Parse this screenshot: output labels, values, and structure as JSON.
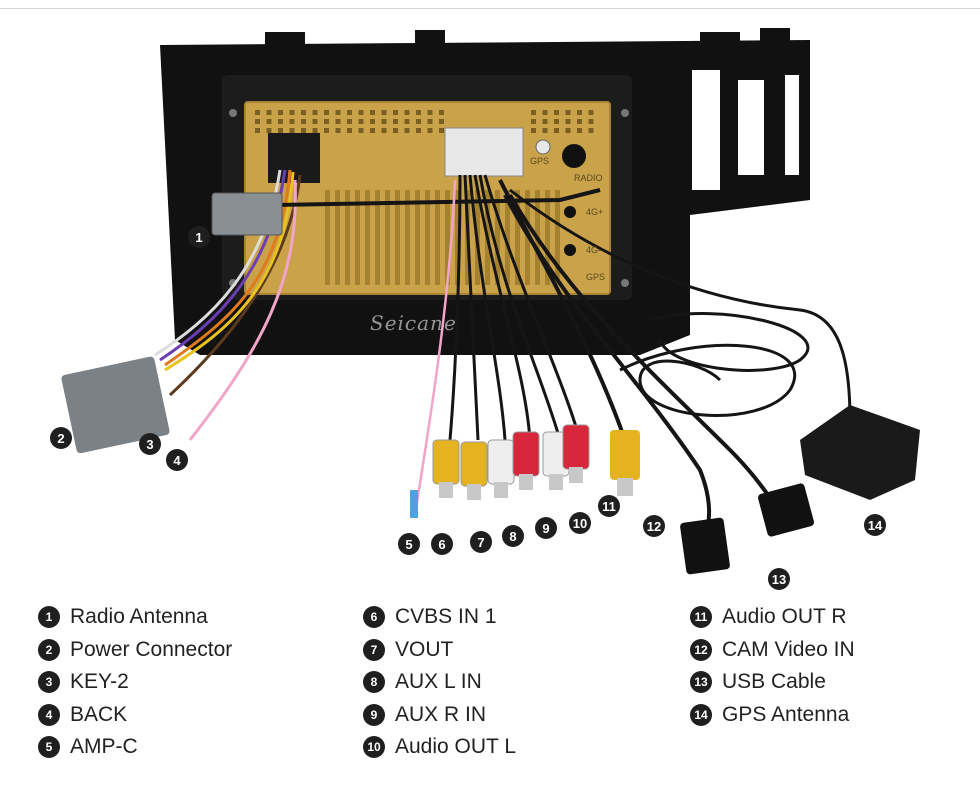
{
  "watermark": "Seicane",
  "port_labels": {
    "gps": "GPS",
    "radio": "RADIO",
    "fourg_a": "4G+",
    "fourg_b": "4G-",
    "gps2": "GPS"
  },
  "colors": {
    "panel": "#c9a24a",
    "frame": "#111111",
    "cable": "#151515",
    "rca_red": "#d8263a",
    "rca_yellow": "#e6b320",
    "rca_white": "#eeeeee",
    "connector_gray": "#7c8185",
    "badge": "#1f1f1f"
  },
  "callouts": [
    "1",
    "2",
    "3",
    "4",
    "5",
    "6",
    "7",
    "8",
    "9",
    "10",
    "11",
    "12",
    "13",
    "14"
  ],
  "legend": [
    {
      "num": "1",
      "label": "Radio Antenna"
    },
    {
      "num": "2",
      "label": "Power Connector"
    },
    {
      "num": "3",
      "label": "KEY-2"
    },
    {
      "num": "4",
      "label": "BACK"
    },
    {
      "num": "5",
      "label": "AMP-C"
    },
    {
      "num": "6",
      "label": "CVBS IN 1"
    },
    {
      "num": "7",
      "label": "VOUT"
    },
    {
      "num": "8",
      "label": "AUX L IN"
    },
    {
      "num": "9",
      "label": "AUX R IN"
    },
    {
      "num": "10",
      "label": "Audio OUT L"
    },
    {
      "num": "11",
      "label": "Audio OUT R"
    },
    {
      "num": "12",
      "label": "CAM Video IN"
    },
    {
      "num": "13",
      "label": "USB Cable"
    },
    {
      "num": "14",
      "label": "GPS Antenna"
    }
  ]
}
